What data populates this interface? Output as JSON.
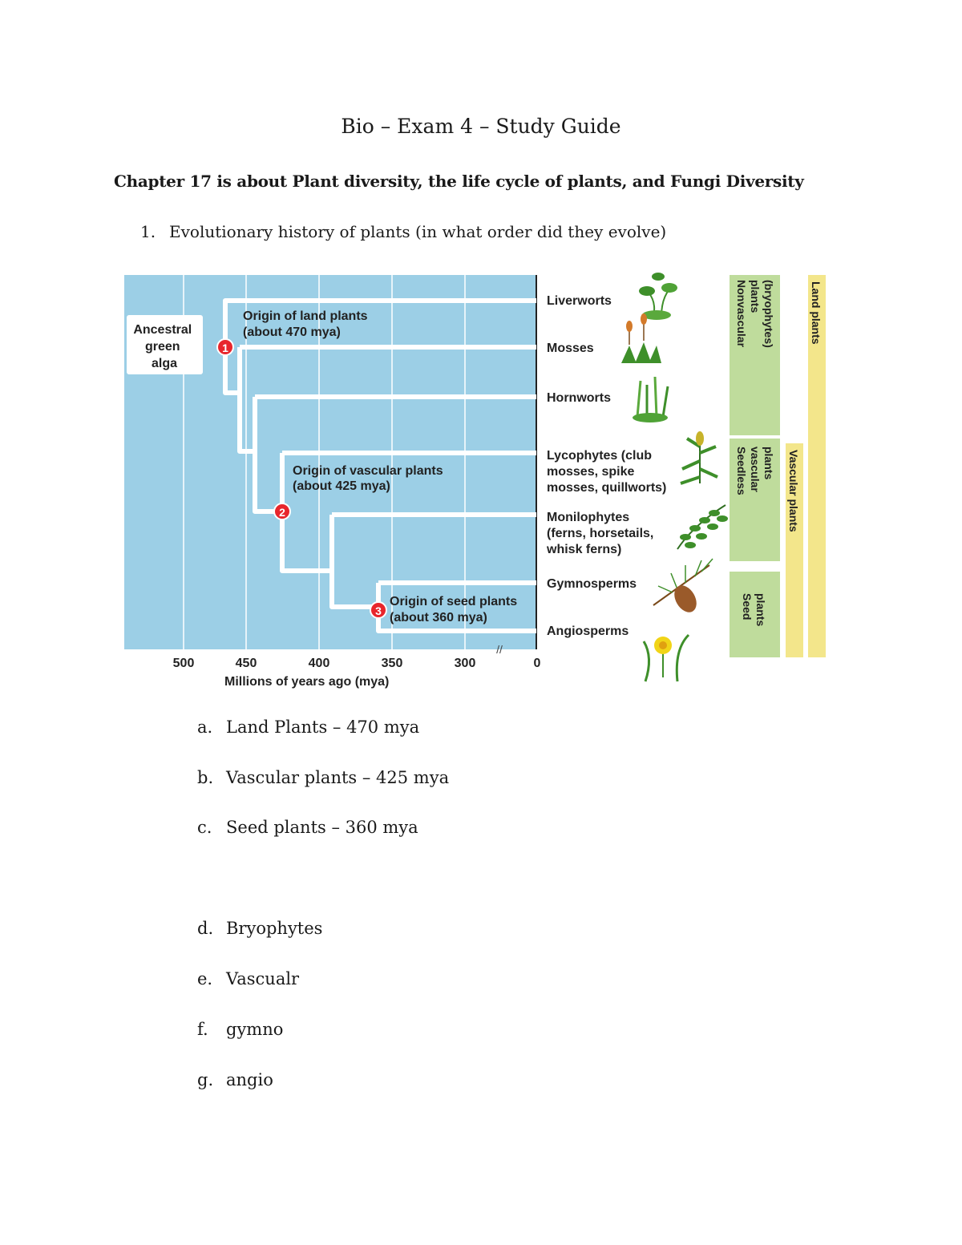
{
  "doc": {
    "title": "Bio – Exam 4 – Study Guide",
    "chapter_heading": "Chapter 17 is about Plant diversity, the life cycle of plants, and Fungi Diversity"
  },
  "question": {
    "number": "1.",
    "text": "Evolutionary history of plants (in what order did they evolve)"
  },
  "figure": {
    "root_label": [
      "Ancestral",
      "green",
      "alga"
    ],
    "origins": [
      {
        "marker": "1",
        "line1": "Origin of land plants",
        "line2": "(about 470 mya)"
      },
      {
        "marker": "2",
        "line1": "Origin of vascular plants",
        "line2": "(about 425 mya)"
      },
      {
        "marker": "3",
        "line1": "Origin of seed plants",
        "line2": "(about 360 mya)"
      }
    ],
    "taxa": [
      [
        "Liverworts"
      ],
      [
        "Mosses"
      ],
      [
        "Hornworts"
      ],
      [
        "Lycophytes (club",
        "mosses, spike",
        "mosses, quillworts)"
      ],
      [
        "Monilophytes",
        "(ferns, horsetails,",
        "whisk ferns)"
      ],
      [
        "Gymnosperms"
      ],
      [
        "Angiosperms"
      ]
    ],
    "groups": {
      "nonvascular": [
        "Nonvascular",
        "plants",
        "(bryophytes)"
      ],
      "seedless_vascular": [
        "Seedless",
        "vascular",
        "plants"
      ],
      "seed": [
        "Seed",
        "plants"
      ],
      "vascular": "Vascular plants",
      "land": "Land plants"
    },
    "axis": {
      "ticks": [
        "500",
        "450",
        "400",
        "350",
        "300",
        "0"
      ],
      "break_mark": "//",
      "label": "Millions of years ago (mya)"
    },
    "colors": {
      "sky": "#9ccfe6",
      "grid": "#ffffff",
      "marker": "#e8262c",
      "green_box": "#bfdc9c",
      "yellow_bar": "#f3e68b",
      "plant_green": "#3e8f2a",
      "plant_orange": "#d37a2a",
      "flower_yellow": "#f1d417"
    },
    "plant_icons": [
      "liverwort-icon",
      "moss-icon",
      "hornwort-icon",
      "lycophyte-icon",
      "fern-icon",
      "pine-cone-icon",
      "daffodil-icon"
    ]
  },
  "answers": [
    {
      "marker": "a.",
      "text": "Land Plants – 470 mya"
    },
    {
      "marker": "b.",
      "text": "Vascular plants – 425 mya"
    },
    {
      "marker": "c.",
      "text": "Seed plants – 360 mya"
    },
    {
      "marker": "d.",
      "text": "Bryophytes"
    },
    {
      "marker": "e.",
      "text": "Vascualr"
    },
    {
      "marker": "f.",
      "text": "gymno"
    },
    {
      "marker": "g.",
      "text": "angio"
    }
  ]
}
